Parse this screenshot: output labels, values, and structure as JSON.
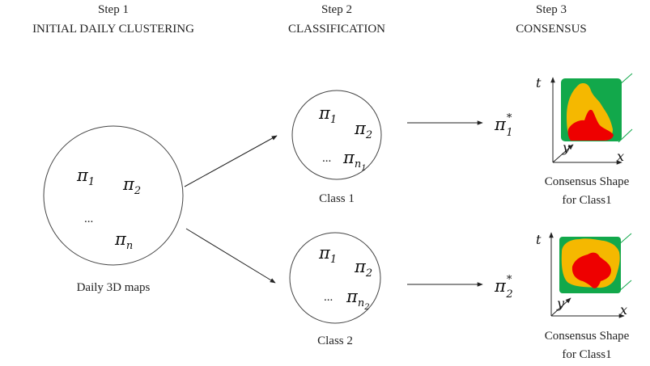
{
  "steps": [
    {
      "number": "Step 1",
      "title": "INITIAL DAILY CLUSTERING"
    },
    {
      "number": "Step 2",
      "title": "CLASSIFICATION"
    },
    {
      "number": "Step 3",
      "title": "CONSENSUS"
    }
  ],
  "initial": {
    "symbol": "π",
    "sub_1": "1",
    "sub_2": "2",
    "ellipsis": "...",
    "sub_n": "n",
    "caption": "Daily 3D maps"
  },
  "classes": [
    {
      "symbol": "π",
      "sub_1": "1",
      "sub_2": "2",
      "ellipsis": "...",
      "sub_n": "n",
      "sub_n_index": "1",
      "caption": "Class 1",
      "consensus_symbol": "π",
      "consensus_sup": "*",
      "consensus_sub": "1",
      "plot_caption_line1": "Consensus Shape",
      "plot_caption_line2": "for Class1"
    },
    {
      "symbol": "π",
      "sub_1": "1",
      "sub_2": "2",
      "ellipsis": "...",
      "sub_n": "n",
      "sub_n_index": "2",
      "caption": "Class 2",
      "consensus_symbol": "π",
      "consensus_sup": "*",
      "consensus_sub": "2",
      "plot_caption_line1": "Consensus Shape",
      "plot_caption_line2": "for Class1"
    }
  ],
  "axes": {
    "t": "t",
    "x": "x",
    "y": "y"
  },
  "colors": {
    "green": "#12a84b",
    "orange": "#f5b800",
    "red": "#ee0000",
    "line": "#222222",
    "circle": "#444444"
  }
}
